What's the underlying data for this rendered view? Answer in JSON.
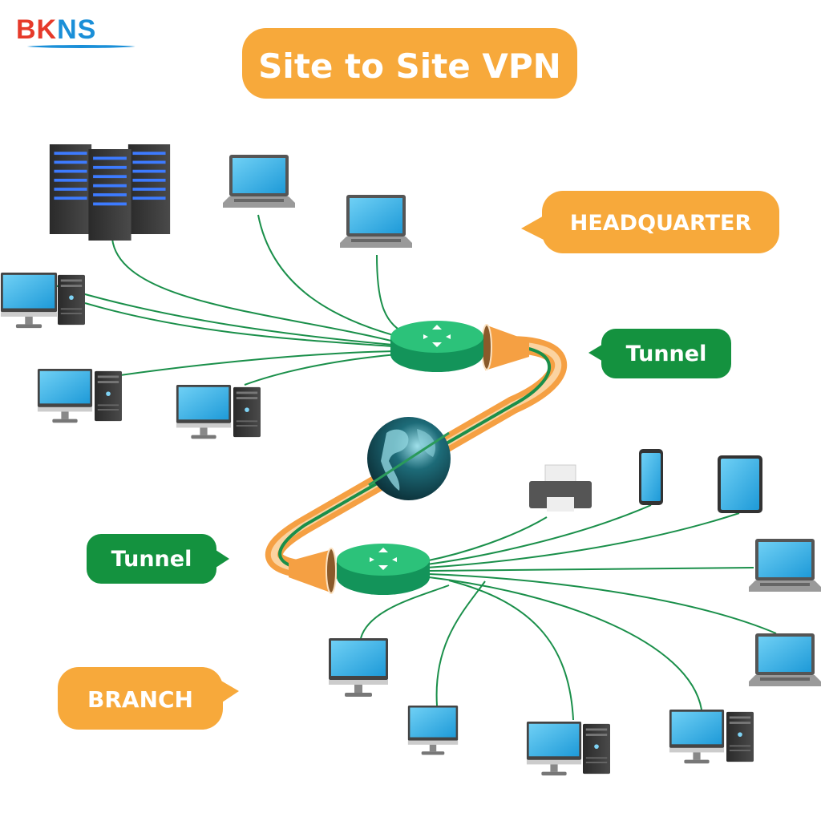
{
  "logo": {
    "part1": "BK",
    "part2": "NS"
  },
  "title": "Site to Site VPN",
  "labels": {
    "headquarter": "HEADQUARTER",
    "tunnel_top": "Tunnel",
    "tunnel_bottom": "Tunnel",
    "branch": "BRANCH"
  },
  "colors": {
    "orange": "#f7a93b",
    "green": "#14923f",
    "router": "#1fb36a",
    "line": "#1a8f4a"
  }
}
